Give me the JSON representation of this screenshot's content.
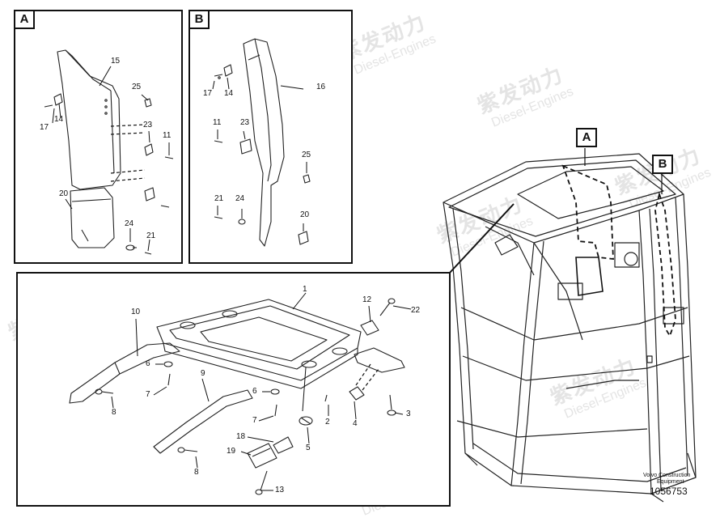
{
  "panels": {
    "a": {
      "tag": "A"
    },
    "b": {
      "tag": "B"
    }
  },
  "callouts": {
    "a": "A",
    "b": "B"
  },
  "parts": {
    "a": {
      "p15": "15",
      "p25": "25",
      "p17": "17",
      "p14": "14",
      "p23": "23",
      "p11": "11",
      "p20": "20",
      "p24": "24",
      "p21": "21"
    },
    "b": {
      "p17": "17",
      "p14": "14",
      "p16": "16",
      "p11": "11",
      "p23": "23",
      "p25": "25",
      "p21": "21",
      "p24": "24",
      "p20": "20"
    },
    "bottom": {
      "p1": "1",
      "p10": "10",
      "p12": "12",
      "p22": "22",
      "p6a": "6",
      "p7a": "7",
      "p8a": "8",
      "p9": "9",
      "p6b": "6",
      "p7b": "7",
      "p2": "2",
      "p4": "4",
      "p3": "3",
      "p18": "18",
      "p5": "5",
      "p19": "19",
      "p8b": "8",
      "p13": "13"
    }
  },
  "footer": {
    "line1": "Volvo Construction",
    "line2": "Equipment",
    "doc_number": "1056753"
  },
  "watermark": {
    "brand": "紫发动力",
    "subtitle": "Diesel-Engines"
  }
}
